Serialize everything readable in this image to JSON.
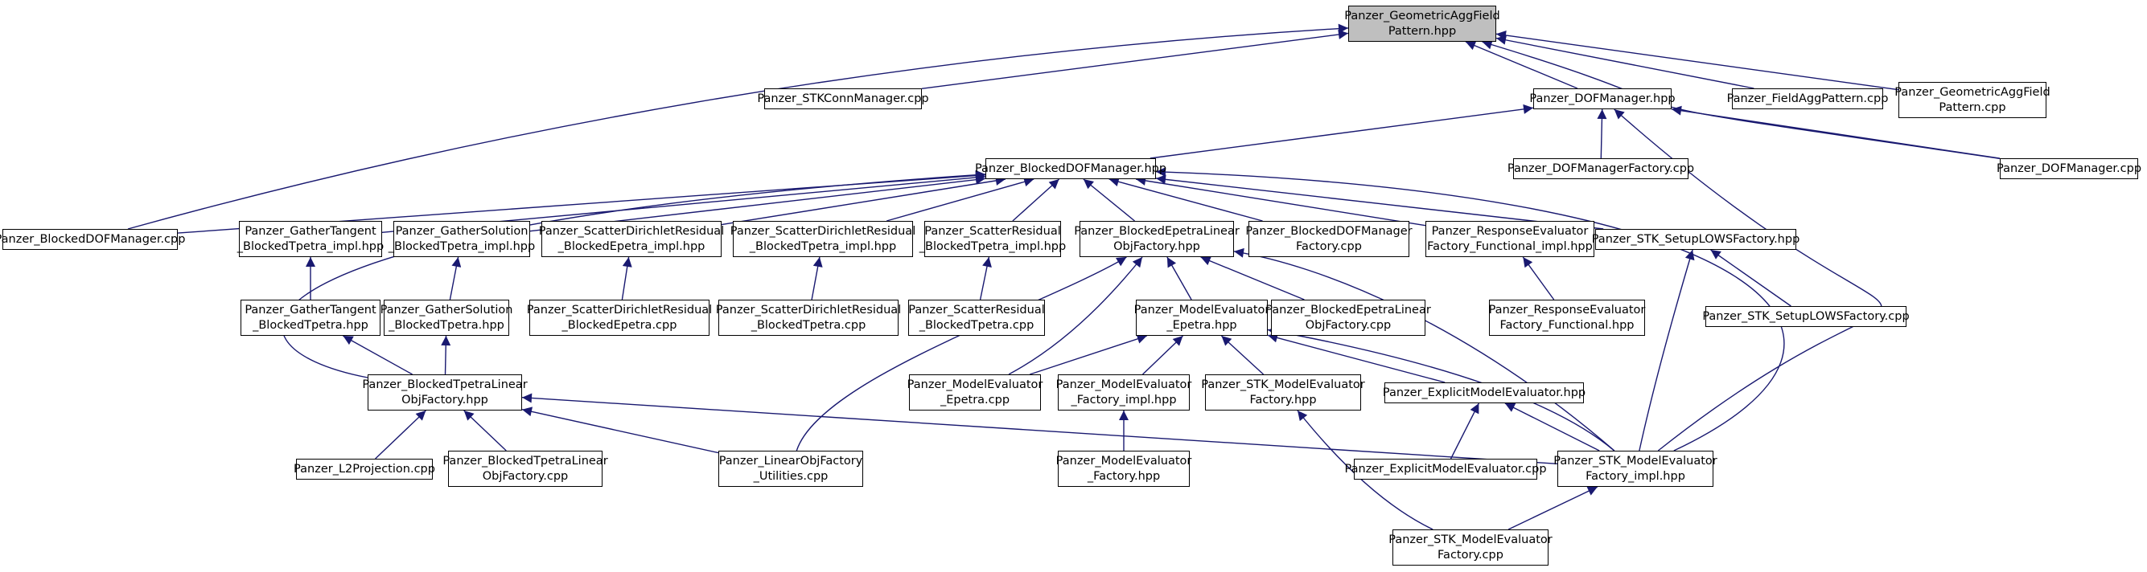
{
  "graph": {
    "edge_color": "#191970",
    "root_fill": "#bfbfbf",
    "node_fill": "#ffffff",
    "nodes": [
      {
        "id": "root",
        "lines": [
          "Panzer_GeometricAggField",
          "Pattern.hpp"
        ]
      },
      {
        "id": "stkconn",
        "lines": [
          "Panzer_STKConnManager.cpp"
        ]
      },
      {
        "id": "dofmgr_hpp",
        "lines": [
          "Panzer_DOFManager.hpp"
        ]
      },
      {
        "id": "fieldagg",
        "lines": [
          "Panzer_FieldAggPattern.cpp"
        ]
      },
      {
        "id": "geomagg_cpp",
        "lines": [
          "Panzer_GeometricAggField",
          "Pattern.cpp"
        ]
      },
      {
        "id": "blockeddof_hpp",
        "lines": [
          "Panzer_BlockedDOFManager.hpp"
        ]
      },
      {
        "id": "dofmgrfactory",
        "lines": [
          "Panzer_DOFManagerFactory.cpp"
        ]
      },
      {
        "id": "dofmgr_cpp",
        "lines": [
          "Panzer_DOFManager.cpp"
        ]
      },
      {
        "id": "blockeddof_cpp",
        "lines": [
          "Panzer_BlockedDOFManager.cpp"
        ]
      },
      {
        "id": "gathertan_impl",
        "lines": [
          "Panzer_GatherTangent",
          "_BlockedTpetra_impl.hpp"
        ]
      },
      {
        "id": "gathersol_impl",
        "lines": [
          "Panzer_GatherSolution",
          "_BlockedTpetra_impl.hpp"
        ]
      },
      {
        "id": "scatdir_ep_impl",
        "lines": [
          "Panzer_ScatterDirichletResidual",
          "_BlockedEpetra_impl.hpp"
        ]
      },
      {
        "id": "scatdir_tp_impl",
        "lines": [
          "Panzer_ScatterDirichletResidual",
          "_BlockedTpetra_impl.hpp"
        ]
      },
      {
        "id": "scatres_impl",
        "lines": [
          "Panzer_ScatterResidual",
          "_BlockedTpetra_impl.hpp"
        ]
      },
      {
        "id": "bep_hpp",
        "lines": [
          "Panzer_BlockedEpetraLinear",
          "ObjFactory.hpp"
        ]
      },
      {
        "id": "blockeddoffact",
        "lines": [
          "Panzer_BlockedDOFManager",
          "Factory.cpp"
        ]
      },
      {
        "id": "resp_impl",
        "lines": [
          "Panzer_ResponseEvaluator",
          "Factory_Functional_impl.hpp"
        ]
      },
      {
        "id": "stklows_hpp",
        "lines": [
          "Panzer_STK_SetupLOWSFactory.hpp"
        ]
      },
      {
        "id": "gathertan",
        "lines": [
          "Panzer_GatherTangent",
          "_BlockedTpetra.hpp"
        ]
      },
      {
        "id": "gathersol",
        "lines": [
          "Panzer_GatherSolution",
          "_BlockedTpetra.hpp"
        ]
      },
      {
        "id": "scatdir_ep",
        "lines": [
          "Panzer_ScatterDirichletResidual",
          "_BlockedEpetra.cpp"
        ]
      },
      {
        "id": "scatdir_tp",
        "lines": [
          "Panzer_ScatterDirichletResidual",
          "_BlockedTpetra.cpp"
        ]
      },
      {
        "id": "scatres",
        "lines": [
          "Panzer_ScatterResidual",
          "_BlockedTpetra.cpp"
        ]
      },
      {
        "id": "me_epetra_hpp",
        "lines": [
          "Panzer_ModelEvaluator",
          "_Epetra.hpp"
        ]
      },
      {
        "id": "bep_cpp",
        "lines": [
          "Panzer_BlockedEpetraLinear",
          "ObjFactory.cpp"
        ]
      },
      {
        "id": "resp",
        "lines": [
          "Panzer_ResponseEvaluator",
          "Factory_Functional.hpp"
        ]
      },
      {
        "id": "stklows_cpp",
        "lines": [
          "Panzer_STK_SetupLOWSFactory.cpp"
        ]
      },
      {
        "id": "btp_hpp",
        "lines": [
          "Panzer_BlockedTpetraLinear",
          "ObjFactory.hpp"
        ]
      },
      {
        "id": "me_epetra_cpp",
        "lines": [
          "Panzer_ModelEvaluator",
          "_Epetra.cpp"
        ]
      },
      {
        "id": "me_factimpl",
        "lines": [
          "Panzer_ModelEvaluator",
          "_Factory_impl.hpp"
        ]
      },
      {
        "id": "stkme_fact_hpp",
        "lines": [
          "Panzer_STK_ModelEvaluator",
          "Factory.hpp"
        ]
      },
      {
        "id": "explme_hpp",
        "lines": [
          "Panzer_ExplicitModelEvaluator.hpp"
        ]
      },
      {
        "id": "l2proj",
        "lines": [
          "Panzer_L2Projection.cpp"
        ]
      },
      {
        "id": "btp_cpp",
        "lines": [
          "Panzer_BlockedTpetraLinear",
          "ObjFactory.cpp"
        ]
      },
      {
        "id": "lof_util",
        "lines": [
          "Panzer_LinearObjFactory",
          "_Utilities.cpp"
        ]
      },
      {
        "id": "me_fact",
        "lines": [
          "Panzer_ModelEvaluator",
          "_Factory.hpp"
        ]
      },
      {
        "id": "explme_cpp",
        "lines": [
          "Panzer_ExplicitModelEvaluator.cpp"
        ]
      },
      {
        "id": "stkme_factimpl",
        "lines": [
          "Panzer_STK_ModelEvaluator",
          "Factory_impl.hpp"
        ]
      },
      {
        "id": "stkme_fact_cpp",
        "lines": [
          "Panzer_STK_ModelEvaluator",
          "Factory.cpp"
        ]
      }
    ]
  }
}
